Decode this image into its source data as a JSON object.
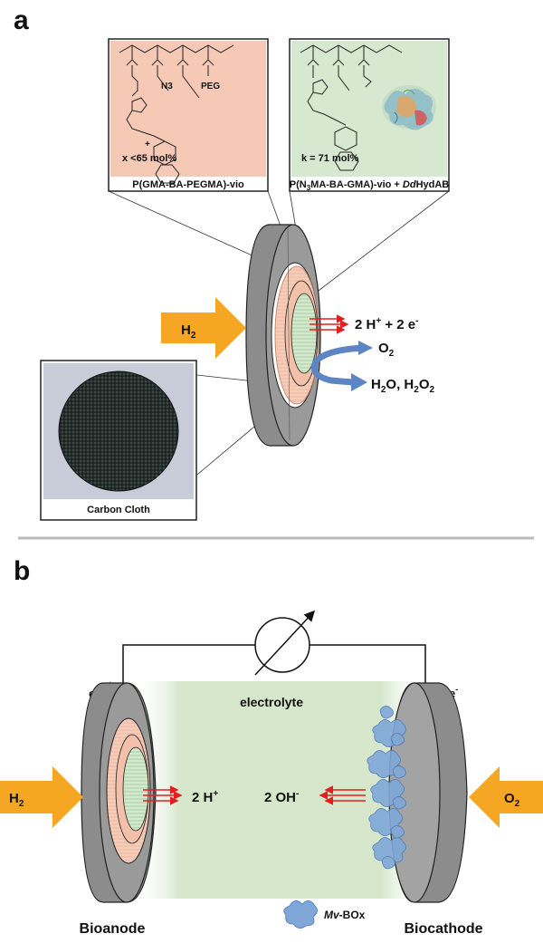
{
  "panel_a": {
    "label": "a",
    "polymer_left": {
      "composition": "x <65 mol%",
      "name": "P(GMA-BA-PEGMA)-vio",
      "peg_label": "PEG",
      "azide_label": "N3",
      "charge": "+"
    },
    "polymer_right": {
      "composition": "k = 71 mol%",
      "name_prefix": "P(N",
      "name_sub": "3",
      "name_mid": "MA-BA-GMA)-vio + ",
      "name_italic": "Dd",
      "name_suffix": "HydAB"
    },
    "h2_arrow": {
      "text": "H",
      "sub": "2"
    },
    "products": {
      "text": "2 H",
      "sup1": "+",
      "mid": " + 2 e",
      "sup2": "-"
    },
    "o2": {
      "text": "O",
      "sub": "2"
    },
    "water": {
      "text": "H",
      "sub1": "2",
      "mid": "O, H",
      "sub2": "2",
      "tail": "O",
      "sub3": "2"
    },
    "photo_caption": "Carbon Cloth"
  },
  "panel_b": {
    "label": "b",
    "e_left": {
      "text": "e",
      "sup": "-"
    },
    "e_right": {
      "text": "e",
      "sup": "-"
    },
    "electrolyte": "electrolyte",
    "h2_arrow": {
      "text": "H",
      "sub": "2"
    },
    "o2_arrow": {
      "text": "O",
      "sub": "2"
    },
    "protons": {
      "text": "2 H",
      "sup": "+"
    },
    "hydroxide": {
      "text": "2 OH",
      "sup": "-"
    },
    "enzyme_legend": {
      "italic": "Mv",
      "suffix": "-BOx"
    },
    "bioanode": "Bioanode",
    "biocathode": "Biocathode"
  },
  "colors": {
    "arrow_orange": "#f5a623",
    "pink_layer": "#f7c8b4",
    "green_layer": "#cfe6c6",
    "electrode_gray": "#8c8c8c",
    "electrolyte_green": "#cfe3c3",
    "o2_arrow_blue": "#5b86c3",
    "red_arrow": "#e02020",
    "divider": "#bbbbbb"
  }
}
